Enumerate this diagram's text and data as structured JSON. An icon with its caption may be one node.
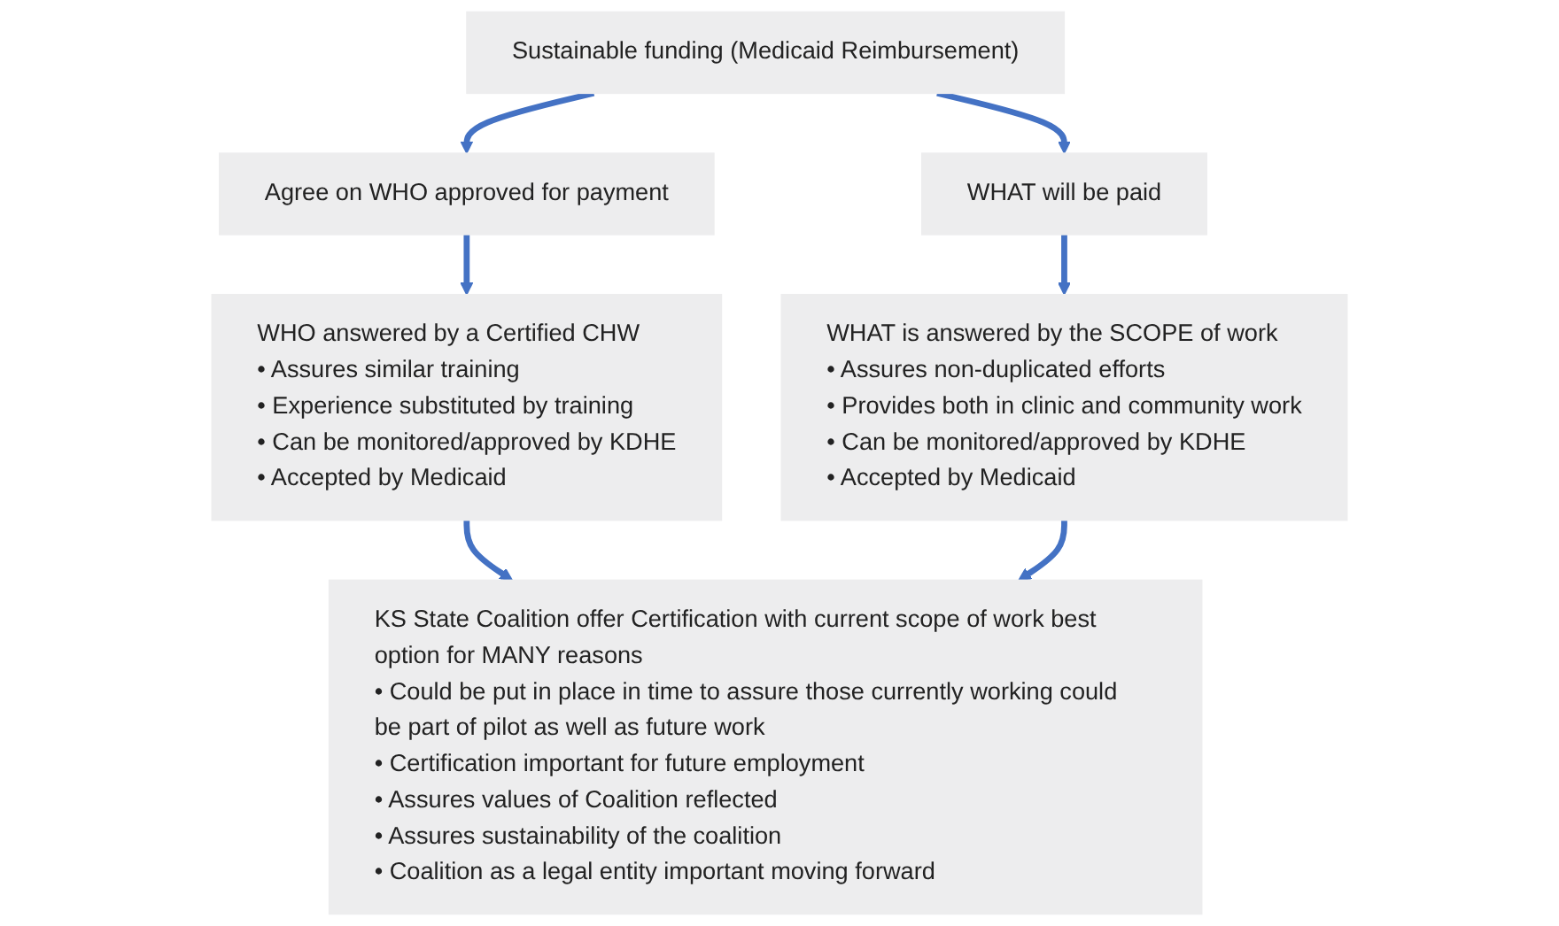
{
  "diagram": {
    "nodes": [
      {
        "text": [
          "Sustainable funding (Medicaid Reimbursement)"
        ]
      },
      {
        "text": [
          "Agree on WHO approved for payment"
        ]
      },
      {
        "text": [
          "WHO answered by a Certified CHW",
          "• Assures similar training",
          "• Experience substituted by training",
          "• Can be monitored/approved by KDHE",
          "• Accepted by Medicaid"
        ]
      },
      {
        "text": [
          "WHAT will be paid"
        ]
      },
      {
        "text": [
          "WHAT is answered by the SCOPE of work",
          "• Assures non-duplicated efforts",
          "• Provides both in clinic and community work",
          "• Can be monitored/approved by KDHE",
          "• Accepted by Medicaid"
        ]
      },
      {
        "text": [
          "KS State Coalition offer Certification with current scope of work best option for MANY reasons",
          "• Could be put in place in time to assure those currently working could be part of pilot as well as future work",
          "• Certification important for future employment",
          "• Assures values of Coalition reflected",
          "• Assures sustainability of the coalition",
          "• Coalition as a legal entity important moving forward"
        ]
      }
    ],
    "edges": [
      {
        "from": 0,
        "to": 1,
        "arrow": "to"
      },
      {
        "from": 0,
        "to": 3,
        "arrow": "to"
      },
      {
        "from": 1,
        "to": 2,
        "arrow": "to"
      },
      {
        "from": 3,
        "to": 4,
        "arrow": "to"
      },
      {
        "from": 2,
        "to": 5,
        "arrow": "to"
      },
      {
        "from": 4,
        "to": 5,
        "arrow": "to"
      }
    ]
  }
}
